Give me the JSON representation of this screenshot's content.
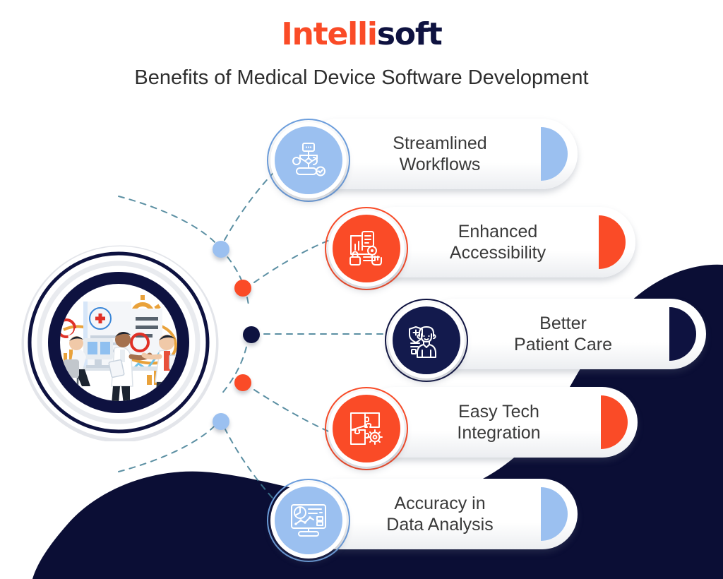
{
  "brand": {
    "logo_part1": "Intelli",
    "logo_part2": "soft",
    "color_orange": "#FA4B27",
    "color_navy": "#0E1240",
    "color_light_blue": "#9BC0F0"
  },
  "header": {
    "title": "Benefits of Medical Device Software Development"
  },
  "hero": {
    "name": "medical-team-illustration",
    "alt": "Medical professionals working with charts, documents and computers"
  },
  "benefits": [
    {
      "id": "streamlined-workflows",
      "line1": "Streamlined",
      "line2": "Workflows",
      "accent": "#9BC0F0",
      "icon": "workflow-diagram-icon",
      "dot_color": "#9BC0F0"
    },
    {
      "id": "enhanced-accessibility",
      "line1": "Enhanced",
      "line2": "Accessibility",
      "accent": "#FA4B27",
      "icon": "secure-report-access-icon",
      "dot_color": "#FA4B27"
    },
    {
      "id": "better-patient-care",
      "line1": "Better",
      "line2": "Patient Care",
      "accent": "#0E1240",
      "icon": "doctor-shield-icon",
      "dot_color": "#0E1240"
    },
    {
      "id": "easy-tech-integration",
      "line1": "Easy Tech",
      "line2": "Integration",
      "accent": "#FA4B27",
      "icon": "puzzle-gear-icon",
      "dot_color": "#FA4B27"
    },
    {
      "id": "accuracy-in-data-analysis",
      "line1": "Accuracy in",
      "line2": "Data Analysis",
      "accent": "#9BC0F0",
      "icon": "data-analytics-monitor-icon",
      "dot_color": "#9BC0F0"
    }
  ]
}
